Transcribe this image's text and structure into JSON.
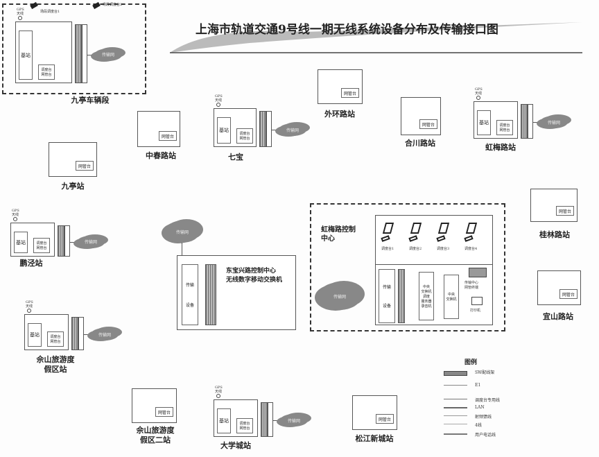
{
  "title": "上海市轨道交通9号线一期无线系统设备分布及传输接口图",
  "common": {
    "base_station": "基站",
    "dispatcher": "调度台",
    "nms": "网管台",
    "transport_net": "传输网",
    "gps": "GPS天线",
    "transport": "传输",
    "equipment": "设备"
  },
  "stations": [
    {
      "name": "九亭车辆段",
      "type": "depot",
      "fixed1": "场段调度台1",
      "fixed2": "场段调度台2"
    },
    {
      "name": "中春路站",
      "type": "simple"
    },
    {
      "name": "七宝",
      "type": "full"
    },
    {
      "name": "外环路站",
      "type": "simple"
    },
    {
      "name": "合川路站",
      "type": "simple"
    },
    {
      "name": "虹梅路站",
      "type": "full"
    },
    {
      "name": "九亭站",
      "type": "simple"
    },
    {
      "name": "桂林路站",
      "type": "simple"
    },
    {
      "name": "鹏泾站",
      "type": "full"
    },
    {
      "name": "宜山路站",
      "type": "simple"
    },
    {
      "name": "佘山旅游度假区站",
      "type": "full",
      "lines": [
        "佘山旅游度",
        "假区站"
      ]
    },
    {
      "name": "佘山旅游度假区二站",
      "type": "simple",
      "lines": [
        "佘山旅游度",
        "假区二站"
      ]
    },
    {
      "name": "大学城站",
      "type": "full"
    },
    {
      "name": "松江新城站",
      "type": "simple"
    }
  ],
  "dongbao": {
    "lines": [
      "东宝兴路控制中心",
      "无线数字移动交换机"
    ]
  },
  "control_center": {
    "lines": [
      "虹梅路控制",
      "中心"
    ],
    "consoles": [
      "调度台1",
      "调度台2",
      "调度台3",
      "调度台4"
    ],
    "switch_a": [
      "中央",
      "交换机",
      "调度",
      "服务器"
    ],
    "switch_b": [
      "中央",
      "交换机"
    ],
    "nms": [
      "传输中心",
      "网管终端"
    ],
    "printer": "打印机",
    "recorder": "录音机"
  },
  "legend": {
    "title": "图例",
    "items": [
      "SW配线架",
      "E1",
      "调度台专用线",
      "LAN",
      "射频馈线",
      "4线",
      "用户电话线"
    ]
  }
}
